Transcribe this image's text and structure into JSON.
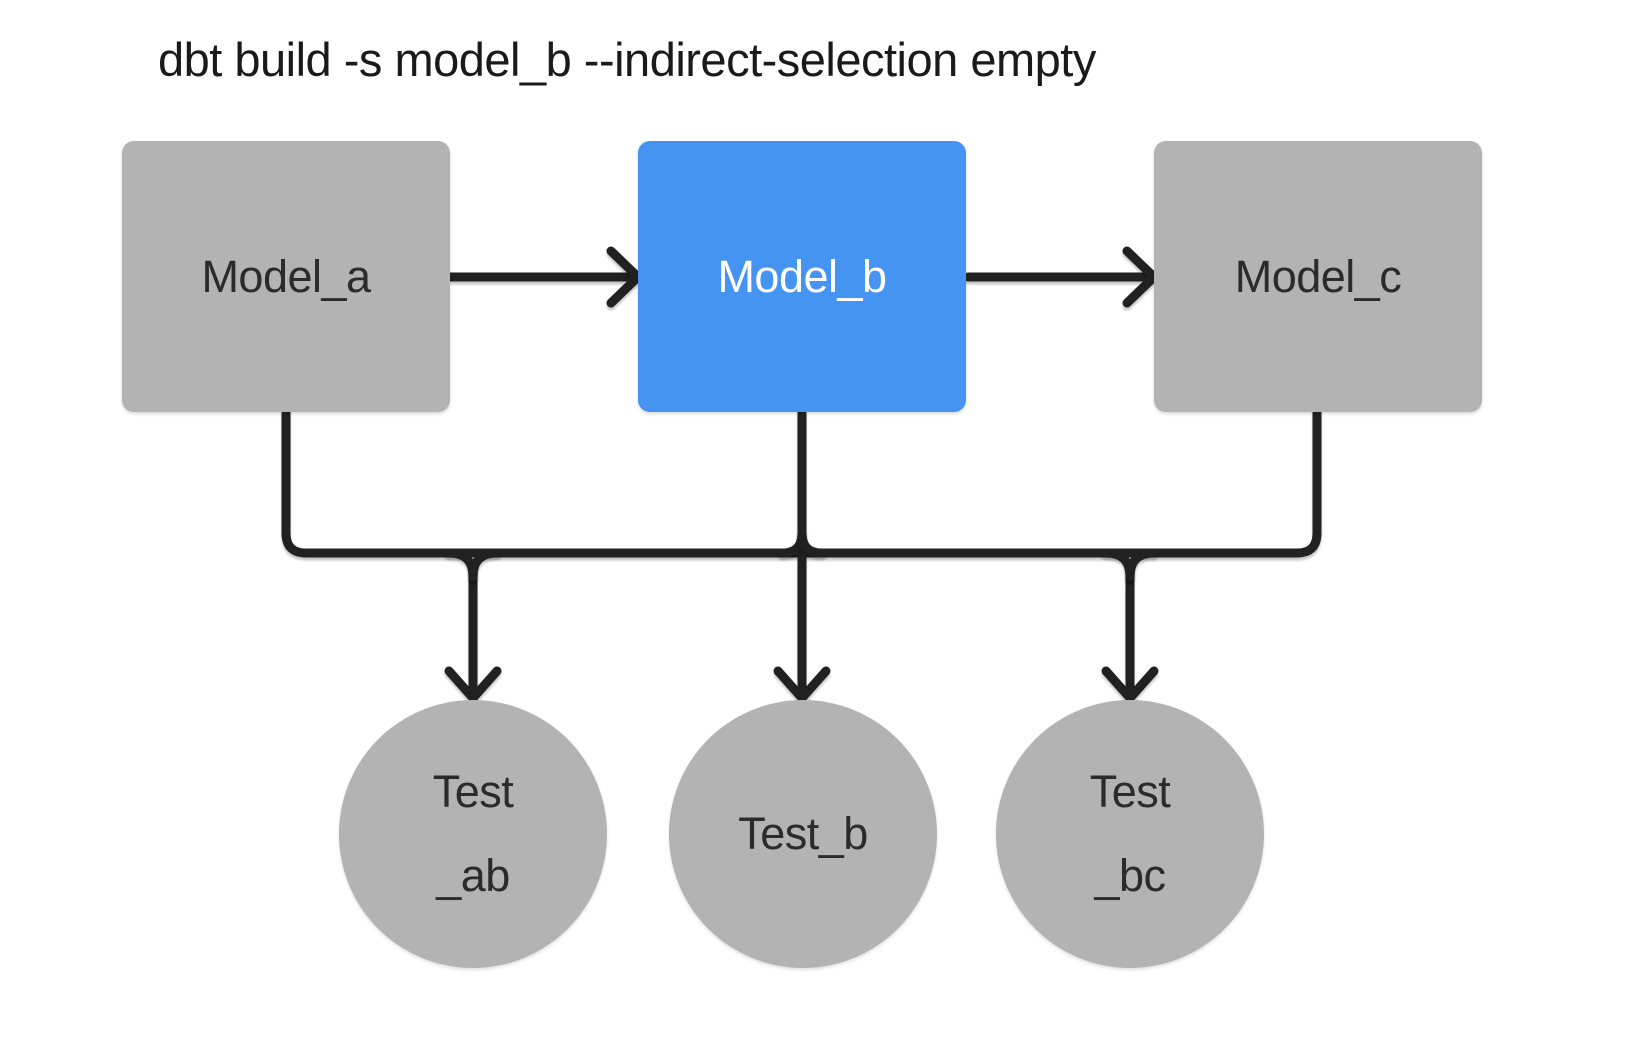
{
  "title": "dbt build -s model_b --indirect-selection empty",
  "colors": {
    "background": "#ffffff",
    "accent": "#4594f1",
    "node_gray": "#b3b3b3",
    "line": "#212121",
    "title_text": "#1a1a1a",
    "node_text": "#2b2b2b",
    "highlight_text": "#ffffff"
  },
  "diagram": {
    "models": [
      {
        "id": "model_a",
        "label": "Model_a",
        "highlighted": false
      },
      {
        "id": "model_b",
        "label": "Model_b",
        "highlighted": true
      },
      {
        "id": "model_c",
        "label": "Model_c",
        "highlighted": false
      }
    ],
    "tests": [
      {
        "id": "test_ab",
        "label_lines": [
          "Test",
          "_ab"
        ]
      },
      {
        "id": "test_b",
        "label_lines": [
          "Test_b"
        ]
      },
      {
        "id": "test_bc",
        "label_lines": [
          "Test",
          "_bc"
        ]
      }
    ],
    "edges": [
      {
        "from": "model_a",
        "to": "model_b"
      },
      {
        "from": "model_b",
        "to": "model_c"
      },
      {
        "from": [
          "model_a",
          "model_b",
          "model_c"
        ],
        "to": "test_ab",
        "via": "shared-bus"
      },
      {
        "from": [
          "model_a",
          "model_b",
          "model_c"
        ],
        "to": "test_b",
        "via": "shared-bus"
      },
      {
        "from": [
          "model_a",
          "model_b",
          "model_c"
        ],
        "to": "test_bc",
        "via": "shared-bus"
      }
    ]
  }
}
